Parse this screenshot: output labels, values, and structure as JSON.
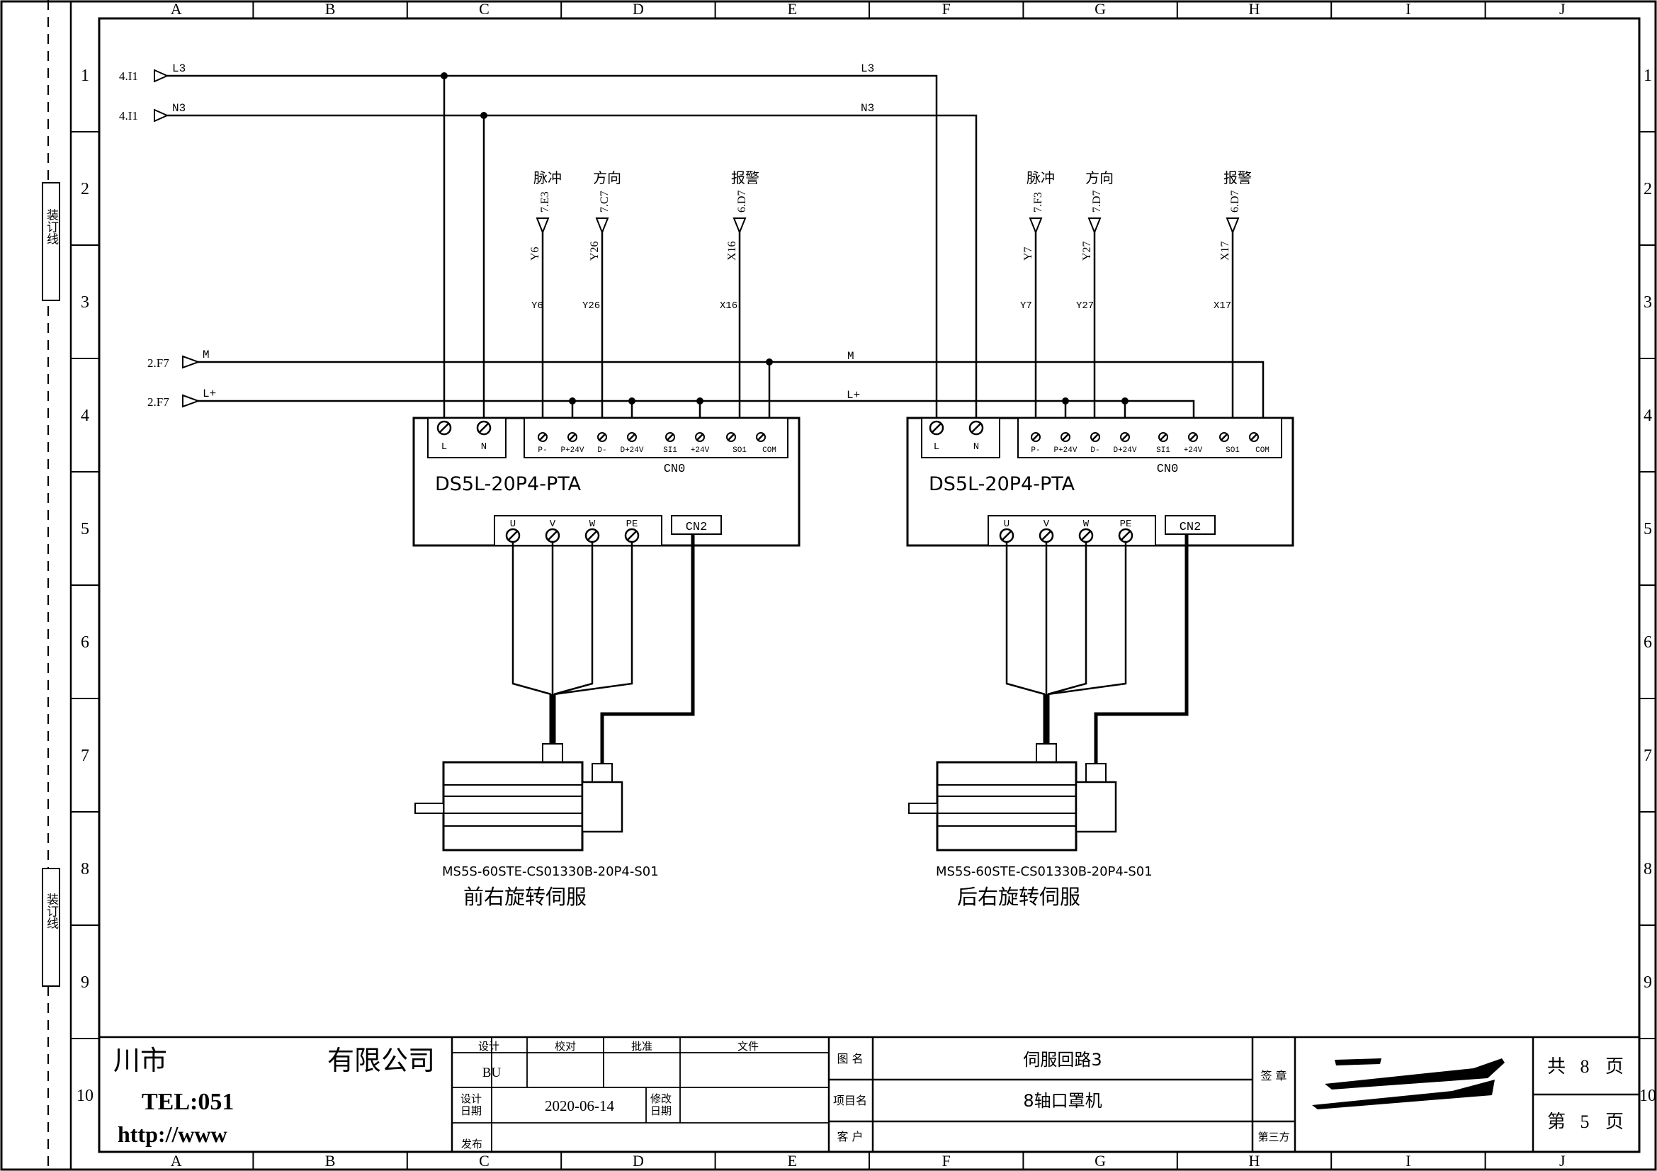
{
  "grid": {
    "columns": [
      "A",
      "B",
      "C",
      "D",
      "E",
      "F",
      "G",
      "H",
      "I",
      "J"
    ],
    "rows": [
      "1",
      "2",
      "3",
      "4",
      "5",
      "6",
      "7",
      "8",
      "9",
      "10"
    ]
  },
  "binding_label": "装订线",
  "power": {
    "l3_ref": "4.I1",
    "l3_label": "L3",
    "n3_ref": "4.I1",
    "n3_label": "N3",
    "m_ref": "2.F7",
    "m_label": "M",
    "lp_ref": "2.F7",
    "lp_label": "L+"
  },
  "drives": [
    {
      "model": "DS5L-20P4-PTA",
      "cn0_label": "CN0",
      "cn2_label": "CN2",
      "power_terminals": [
        "L",
        "N"
      ],
      "signal_terminals": [
        "P-",
        "P+24V",
        "D-",
        "D+24V",
        "SI1",
        "+24V",
        "SO1",
        "COM"
      ],
      "motor_terminals": [
        "U",
        "V",
        "W",
        "PE"
      ],
      "signals": [
        {
          "name": "脉冲",
          "ref": "7.E3",
          "tag": "Y6",
          "wire": "Y6"
        },
        {
          "name": "方向",
          "ref": "7.C7",
          "tag": "Y26",
          "wire": "Y26"
        },
        {
          "name": "报警",
          "ref": "6.D7",
          "tag": "X16",
          "wire": "X16"
        }
      ],
      "motor_model": "MS5S-60STE-CS01330B-20P4-S01",
      "caption": "前右旋转伺服"
    },
    {
      "model": "DS5L-20P4-PTA",
      "cn0_label": "CN0",
      "cn2_label": "CN2",
      "power_terminals": [
        "L",
        "N"
      ],
      "signal_terminals": [
        "P-",
        "P+24V",
        "D-",
        "D+24V",
        "SI1",
        "+24V",
        "SO1",
        "COM"
      ],
      "motor_terminals": [
        "U",
        "V",
        "W",
        "PE"
      ],
      "signals": [
        {
          "name": "脉冲",
          "ref": "7.F3",
          "tag": "Y7",
          "wire": "Y7"
        },
        {
          "name": "方向",
          "ref": "7.D7",
          "tag": "Y27",
          "wire": "Y27"
        },
        {
          "name": "报警",
          "ref": "6.D7",
          "tag": "X17",
          "wire": "X17"
        }
      ],
      "motor_model": "MS5S-60STE-CS01330B-20P4-S01",
      "caption": "后右旋转伺服"
    }
  ],
  "title_block": {
    "company": "川市",
    "company_suffix": "有限公司",
    "tel": "TEL:051",
    "web": "http://www",
    "design_label": "设计",
    "check_label": "校对",
    "approve_label": "批准",
    "file_label": "文件",
    "designer": "BU",
    "design_date_label": "设计\n日期",
    "design_date": "2020-06-14",
    "modify_date_label": "修改\n日期",
    "publish_label": "发布",
    "drawing_name_label": "图 名",
    "drawing_name": "伺服回路3",
    "project_label": "项目名",
    "project": "8轴口罩机",
    "customer_label": "客 户",
    "sign_label": "签 章",
    "third_party_label": "第三方",
    "total_pages_prefix": "共",
    "total_pages": "8",
    "total_pages_suffix": "页",
    "page_prefix": "第",
    "page": "5",
    "page_suffix": "页"
  }
}
